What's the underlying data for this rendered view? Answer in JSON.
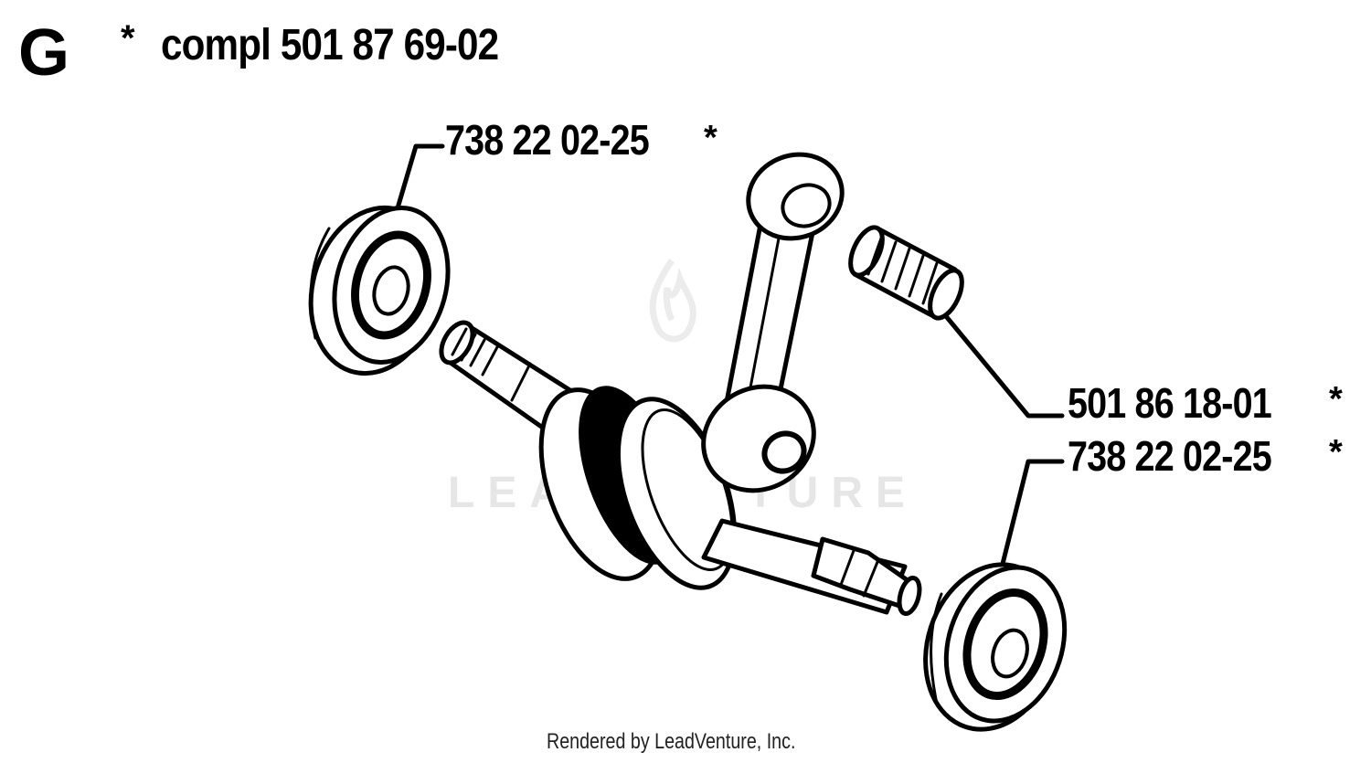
{
  "header": {
    "section_letter": "G",
    "marker": "*",
    "title": "compl 501 87 69-02"
  },
  "callouts": [
    {
      "id": "bearing-top",
      "part_number": "738 22 02-25",
      "marker": "*"
    },
    {
      "id": "needle-bearing",
      "part_number": "501 86 18-01",
      "marker": "*"
    },
    {
      "id": "bearing-bottom",
      "part_number": "738 22 02-25",
      "marker": "*"
    }
  ],
  "watermark": {
    "text": "LEADVENTURE"
  },
  "footer": {
    "text": "Rendered by LeadVenture, Inc."
  }
}
